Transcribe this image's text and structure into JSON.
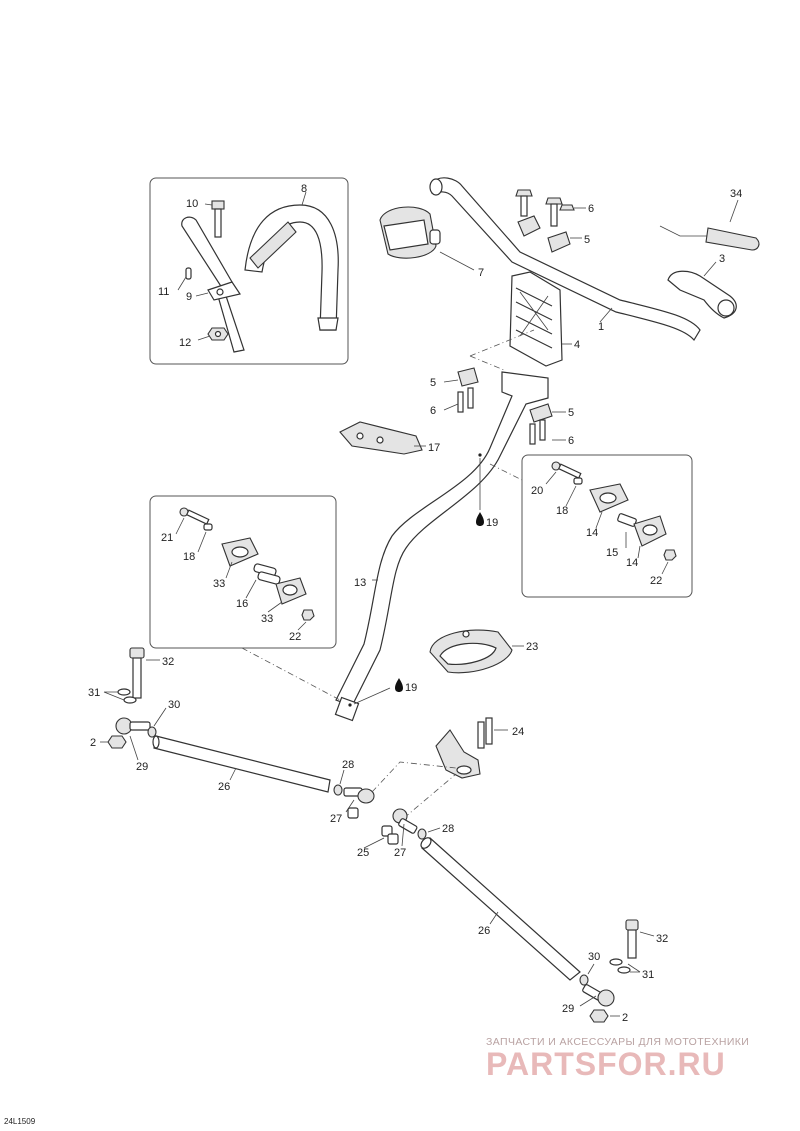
{
  "diagram_code": "24L1509",
  "watermark": {
    "line1": "ЗАПЧАСТИ И АКСЕССУАРЫ ДЛЯ МОТОТЕХНИКИ",
    "line2": "PARTSFOR.RU"
  },
  "callouts": {
    "c1": "1",
    "c2a": "2",
    "c2b": "2",
    "c3": "3",
    "c4": "4",
    "c5a": "5",
    "c5b": "5",
    "c5c": "5",
    "c6a": "6",
    "c6b": "6",
    "c6c": "6",
    "c7": "7",
    "c8": "8",
    "c9": "9",
    "c10": "10",
    "c11": "11",
    "c12": "12",
    "c13": "13",
    "c14a": "14",
    "c14b": "14",
    "c15": "15",
    "c16": "16",
    "c17": "17",
    "c18a": "18",
    "c18b": "18",
    "c19a": "19",
    "c19b": "19",
    "c20": "20",
    "c21": "21",
    "c22a": "22",
    "c22b": "22",
    "c23": "23",
    "c24": "24",
    "c25": "25",
    "c26a": "26",
    "c26b": "26",
    "c27a": "27",
    "c27b": "27",
    "c28a": "28",
    "c28b": "28",
    "c29a": "29",
    "c29b": "29",
    "c30a": "30",
    "c30b": "30",
    "c31a": "31",
    "c31b": "31",
    "c32a": "32",
    "c32b": "32",
    "c33a": "33",
    "c33b": "33",
    "c34": "34"
  }
}
